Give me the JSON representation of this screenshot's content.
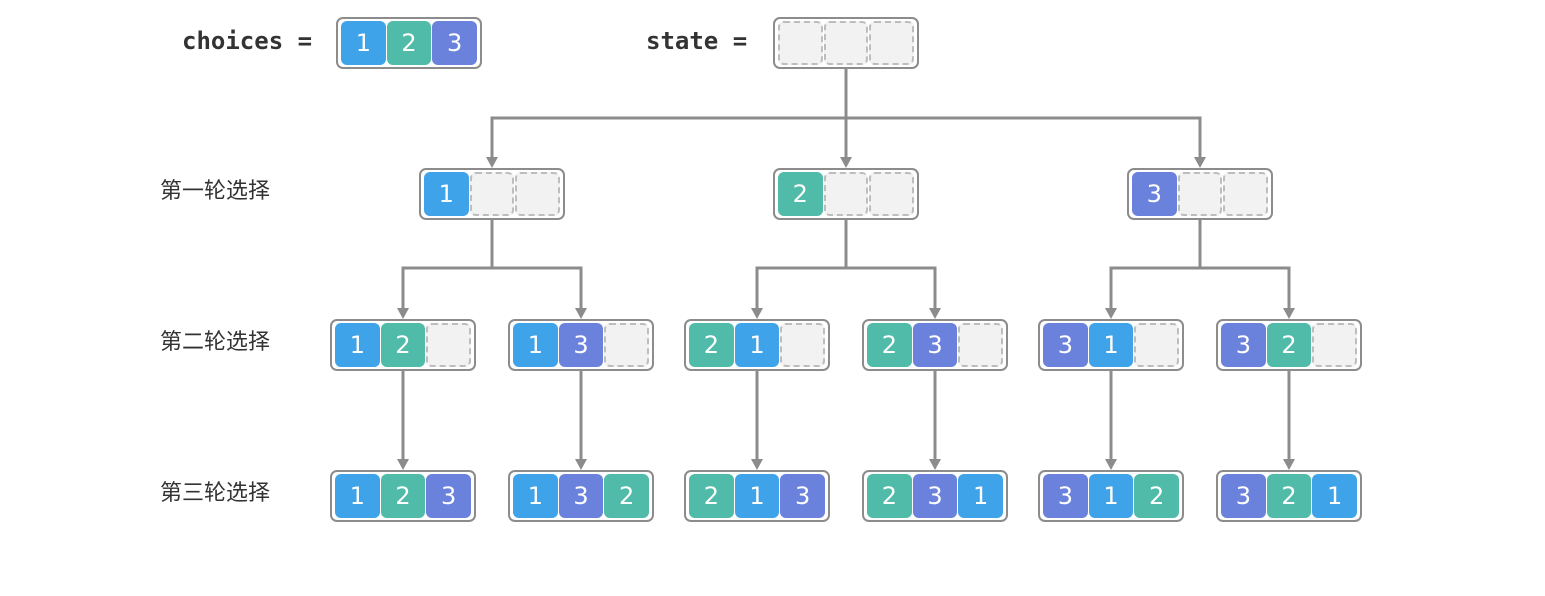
{
  "top": {
    "choices_label": "choices =",
    "state_label": "state =",
    "choices": [
      "1",
      "2",
      "3"
    ],
    "state": [
      "",
      "",
      ""
    ]
  },
  "round_labels": [
    "第一轮选择",
    "第二轮选择",
    "第三轮选择"
  ],
  "levels": [
    [
      [
        "1",
        "",
        ""
      ],
      [
        "2",
        "",
        ""
      ],
      [
        "3",
        "",
        ""
      ]
    ],
    [
      [
        "1",
        "2",
        ""
      ],
      [
        "1",
        "3",
        ""
      ],
      [
        "2",
        "1",
        ""
      ],
      [
        "2",
        "3",
        ""
      ],
      [
        "3",
        "1",
        ""
      ],
      [
        "3",
        "2",
        ""
      ]
    ],
    [
      [
        "1",
        "2",
        "3"
      ],
      [
        "1",
        "3",
        "2"
      ],
      [
        "2",
        "1",
        "3"
      ],
      [
        "2",
        "3",
        "1"
      ],
      [
        "3",
        "1",
        "2"
      ],
      [
        "3",
        "2",
        "1"
      ]
    ]
  ],
  "colors": {
    "1": "#3fa3ea",
    "2": "#4fbba8",
    "3": "#6b82dc",
    "empty": "#f2f2f2",
    "edge": "#8c8c8c",
    "frame": "#8c8c8c"
  }
}
